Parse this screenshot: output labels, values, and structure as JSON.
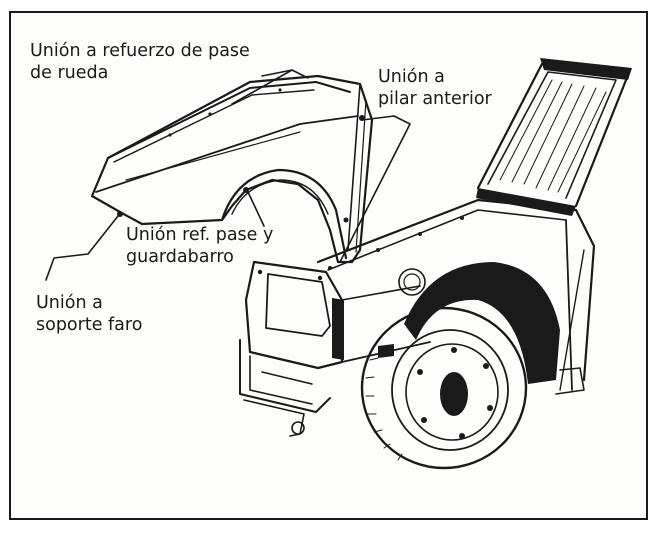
{
  "labels": {
    "wheel_arch_reinforcement": [
      "Unión a refuerzo de pase",
      "de rueda"
    ],
    "front_pillar": [
      "Unión a",
      "pilar anterior"
    ],
    "wheel_arch_mudguard": [
      "Unión ref. pase y",
      "guardabarro"
    ],
    "headlamp_support": [
      "Unión a",
      "soporte faro"
    ]
  }
}
